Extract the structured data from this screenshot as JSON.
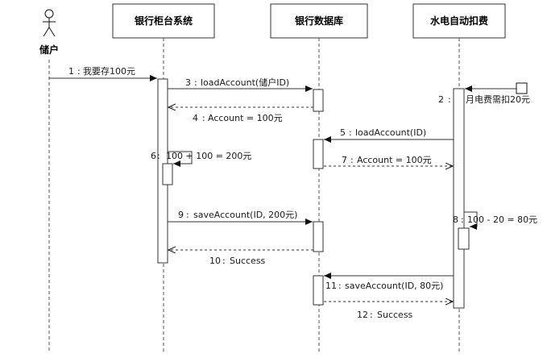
{
  "diagram": {
    "type": "sequence",
    "actor": {
      "name": "储户"
    },
    "participants": [
      {
        "id": "counter",
        "name": "银行柜台系统"
      },
      {
        "id": "db",
        "name": "银行数据库"
      },
      {
        "id": "auto",
        "name": "水电自动扣费"
      }
    ],
    "messages": [
      {
        "seq": "1",
        "text": "我要存100元"
      },
      {
        "seq": "2",
        "text": "月电费需扣20元"
      },
      {
        "seq": "3",
        "text": "loadAccount(储户ID)"
      },
      {
        "seq": "4",
        "text": "Account = 100元"
      },
      {
        "seq": "5",
        "text": "loadAccount(ID)"
      },
      {
        "seq": "6",
        "text": "100 + 100 = 200元"
      },
      {
        "seq": "7",
        "text": "Account = 100元"
      },
      {
        "seq": "8",
        "text": "100 - 20 = 80元"
      },
      {
        "seq": "9",
        "text": "saveAccount(ID, 200元)"
      },
      {
        "seq": "10",
        "text": "Success"
      },
      {
        "seq": "11",
        "text": "saveAccount(ID, 80元)"
      },
      {
        "seq": "12",
        "text": "Success"
      }
    ]
  }
}
